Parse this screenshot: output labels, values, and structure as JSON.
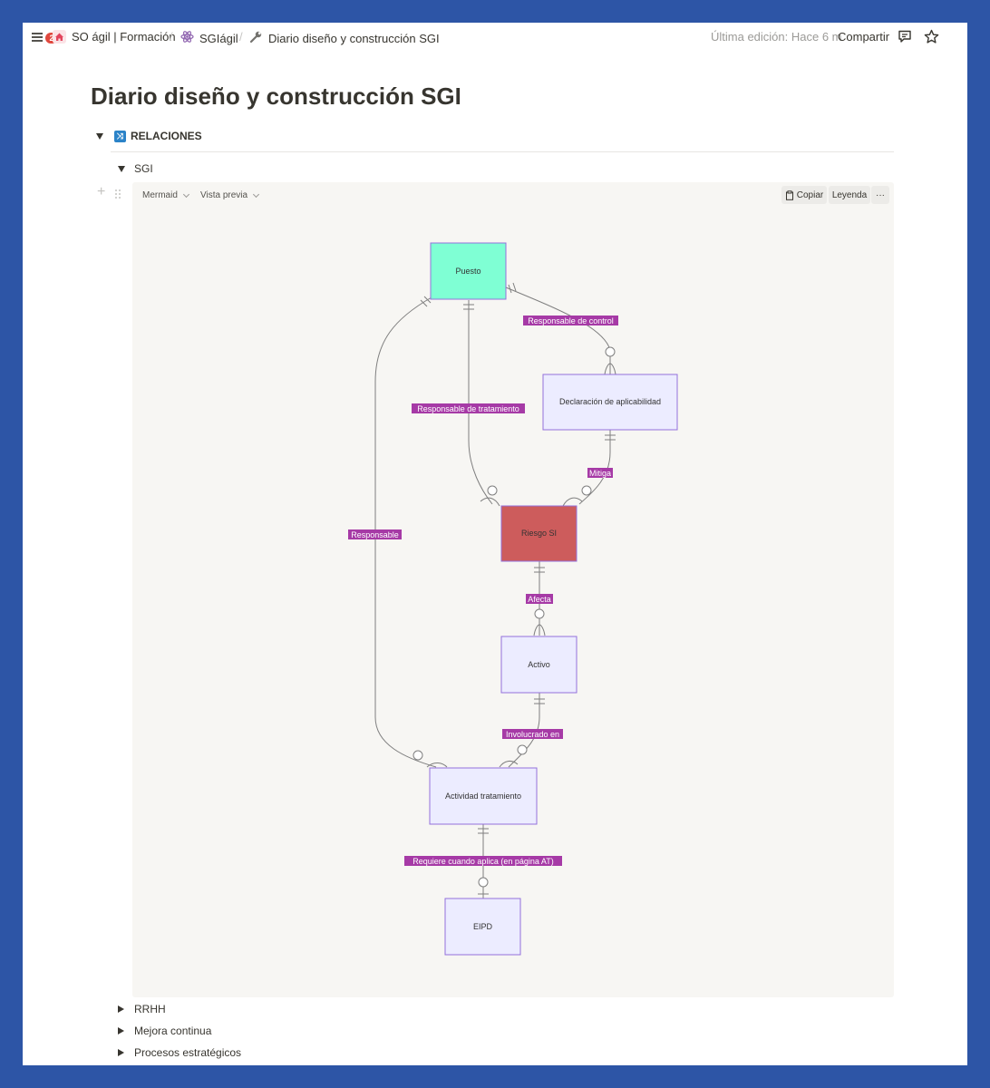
{
  "topbar": {
    "notification_count": "2",
    "breadcrumbs": [
      {
        "label": "SO ágil | Formación",
        "icon": "home-icon"
      },
      {
        "label": "SGIágil",
        "icon": "atom-icon"
      },
      {
        "label": "Diario diseño y construcción SGI",
        "icon": "wrench-icon"
      }
    ],
    "last_edit": "Última edición: Hace 6 m",
    "share_label": "Compartir",
    "icons": [
      "comment-icon",
      "star-icon"
    ]
  },
  "page": {
    "title": "Diario diseño y construcción SGI",
    "section_heading": "RELACIONES",
    "subsection": "SGI"
  },
  "code_block": {
    "language": "Mermaid",
    "view_mode": "Vista previa",
    "copy_label": "Copiar",
    "legend_label": "Leyenda",
    "more_label": "···"
  },
  "diagram": {
    "nodes": {
      "puesto": "Puesto",
      "declaracion": "Declaración de aplicabilidad",
      "riesgo": "Riesgo SI",
      "activo": "Activo",
      "actividad": "Actividad tratamiento",
      "eipd": "EIPD"
    },
    "edges": {
      "responsable_control": "Responsable de control",
      "responsable_tratamiento": "Responsable de tratamiento",
      "responsable": "Responsable",
      "mitiga": "Mitiga",
      "afecta": "Afecta",
      "involucrado": "Involucrado en",
      "requiere": "Requiere cuando aplica (en página AT)"
    },
    "colors": {
      "puesto_fill": "#7fffd4",
      "riesgo_fill": "#cd5c5c",
      "default_fill": "#ececff",
      "node_border": "#9370db",
      "label_bg": "#a63aa6",
      "line": "#7f7f7f"
    }
  },
  "collapsed_toggles": [
    "RRHH",
    "Mejora continua",
    "Procesos estratégicos"
  ]
}
